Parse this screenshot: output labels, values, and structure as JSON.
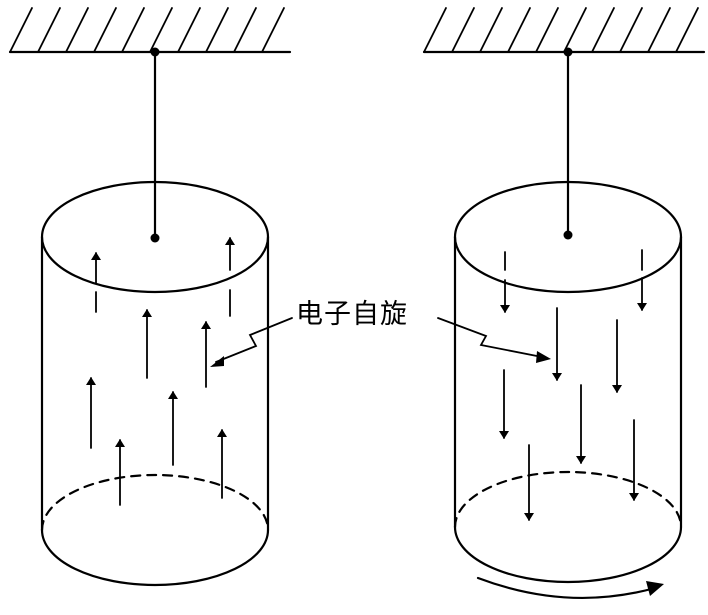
{
  "label": "电子自旋",
  "left_cylinder": {
    "spin_direction": "up",
    "rotating": false
  },
  "right_cylinder": {
    "spin_direction": "down",
    "rotating": true
  },
  "colors": {
    "ink": "#000000",
    "background": "#ffffff"
  }
}
